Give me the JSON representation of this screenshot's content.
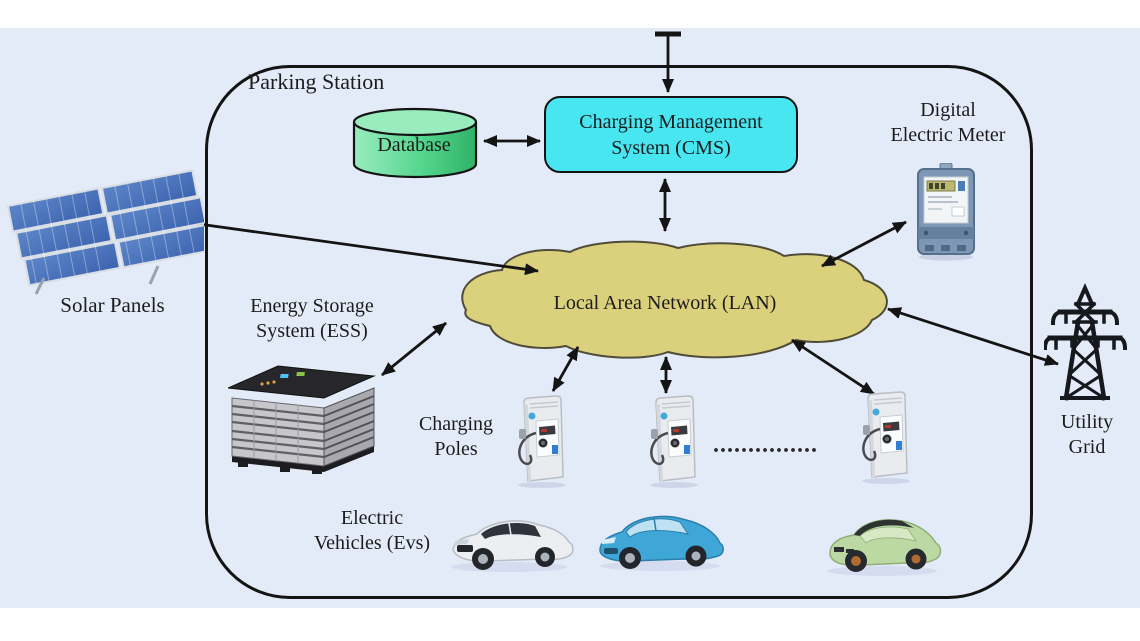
{
  "colors": {
    "page": "#ffffff",
    "background": "#e4ebf8",
    "outline": "#141414",
    "arrow": "#141414",
    "text": "#1c1c1c",
    "cms_fill": "#48e6f1",
    "database_light": "#98ecbe",
    "database_mid": "#55d68e",
    "database_dark": "#2fb368",
    "lan_fill": "#dbd07c",
    "lan_stroke": "#4f4d39",
    "solar_panel": "#3c63ae",
    "meter_body": "#7d97b4",
    "pole_body": "#e9ebee",
    "ev_white": "#eceef1",
    "ev_blue": "#3fa6d8",
    "ev_green": "#bcd9a4",
    "tower": "#15181c"
  },
  "figure": {
    "station_label": "Parking Station",
    "database": {
      "label": "Database"
    },
    "cms": {
      "line1": "Charging Management",
      "line2": "System (CMS)"
    },
    "meter": {
      "line1": "Digital",
      "line2": "Electric Meter"
    },
    "lan": {
      "label": "Local Area Network (LAN)"
    },
    "solar": {
      "label": "Solar Panels"
    },
    "ess": {
      "line1": "Energy Storage",
      "line2": "System (ESS)"
    },
    "poles": {
      "line1": "Charging",
      "line2": "Poles",
      "ellipsis": "..............."
    },
    "evs": {
      "line1": "Electric",
      "line2": "Vehicles (Evs)"
    },
    "grid": {
      "line1": "Utility",
      "line2": "Grid"
    }
  }
}
